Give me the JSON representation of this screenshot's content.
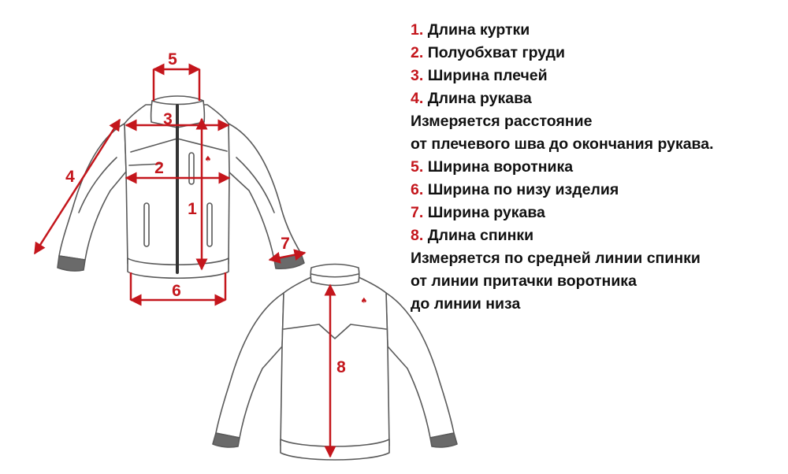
{
  "colors": {
    "accent": "#c4161c",
    "text": "#111111",
    "outline": "#5a5a5a"
  },
  "icons": [
    "jacket-front-drawing",
    "jacket-back-drawing",
    "brand-logo-icon"
  ],
  "labels": {
    "l1": "1",
    "l2": "2",
    "l3": "3",
    "l4": "4",
    "l5": "5",
    "l6": "6",
    "l7": "7",
    "l8": "8"
  },
  "legend": [
    {
      "num": "1.",
      "text": "Длина куртки"
    },
    {
      "num": "2.",
      "text": "Полуобхват груди"
    },
    {
      "num": "3.",
      "text": "Ширина плечей"
    },
    {
      "num": "4.",
      "text": "Длина рукава"
    },
    {
      "num": "",
      "text": "Измеряется расстояние"
    },
    {
      "num": "",
      "text": "от плечевого шва до окончания рукава."
    },
    {
      "num": "5.",
      "text": "Ширина воротника"
    },
    {
      "num": "6.",
      "text": "Ширина по низу изделия"
    },
    {
      "num": "7.",
      "text": "Ширина рукава"
    },
    {
      "num": "8.",
      "text": "Длина спинки"
    },
    {
      "num": "",
      "text": "Измеряется по средней линии спинки"
    },
    {
      "num": "",
      "text": "от линии притачки воротника"
    },
    {
      "num": "",
      "text": "до линии низа"
    }
  ]
}
